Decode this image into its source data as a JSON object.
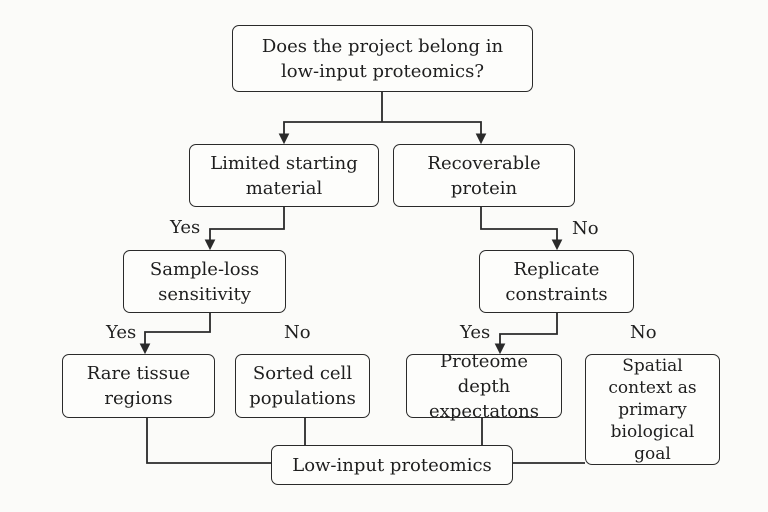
{
  "nodes": {
    "question": "Does the project belong in\nlow-input proteomics?",
    "limited": "Limited starting\nmaterial",
    "recoverable": "Recoverable\nprotein",
    "sample_loss": "Sample-loss\nsensitivity",
    "replicate": "Replicate\nconstraints",
    "rare": "Rare tissue\nregions",
    "sorted": "Sorted cell\npopulations",
    "proteome": "Proteome\ndepth expectatons",
    "spatial": "Spatial\ncontext as\nprimary\nbiological goal",
    "outcome": "Low-input proteomics"
  },
  "edge_labels": {
    "yes_1": "Yes",
    "no_1": "No",
    "yes_2": "Yes",
    "no_2": "No",
    "yes_3": "Yes",
    "no_3": "No"
  },
  "colors": {
    "stroke": "#2a2a2a",
    "text": "#1e1e1e",
    "background": "#fbfbf9"
  }
}
